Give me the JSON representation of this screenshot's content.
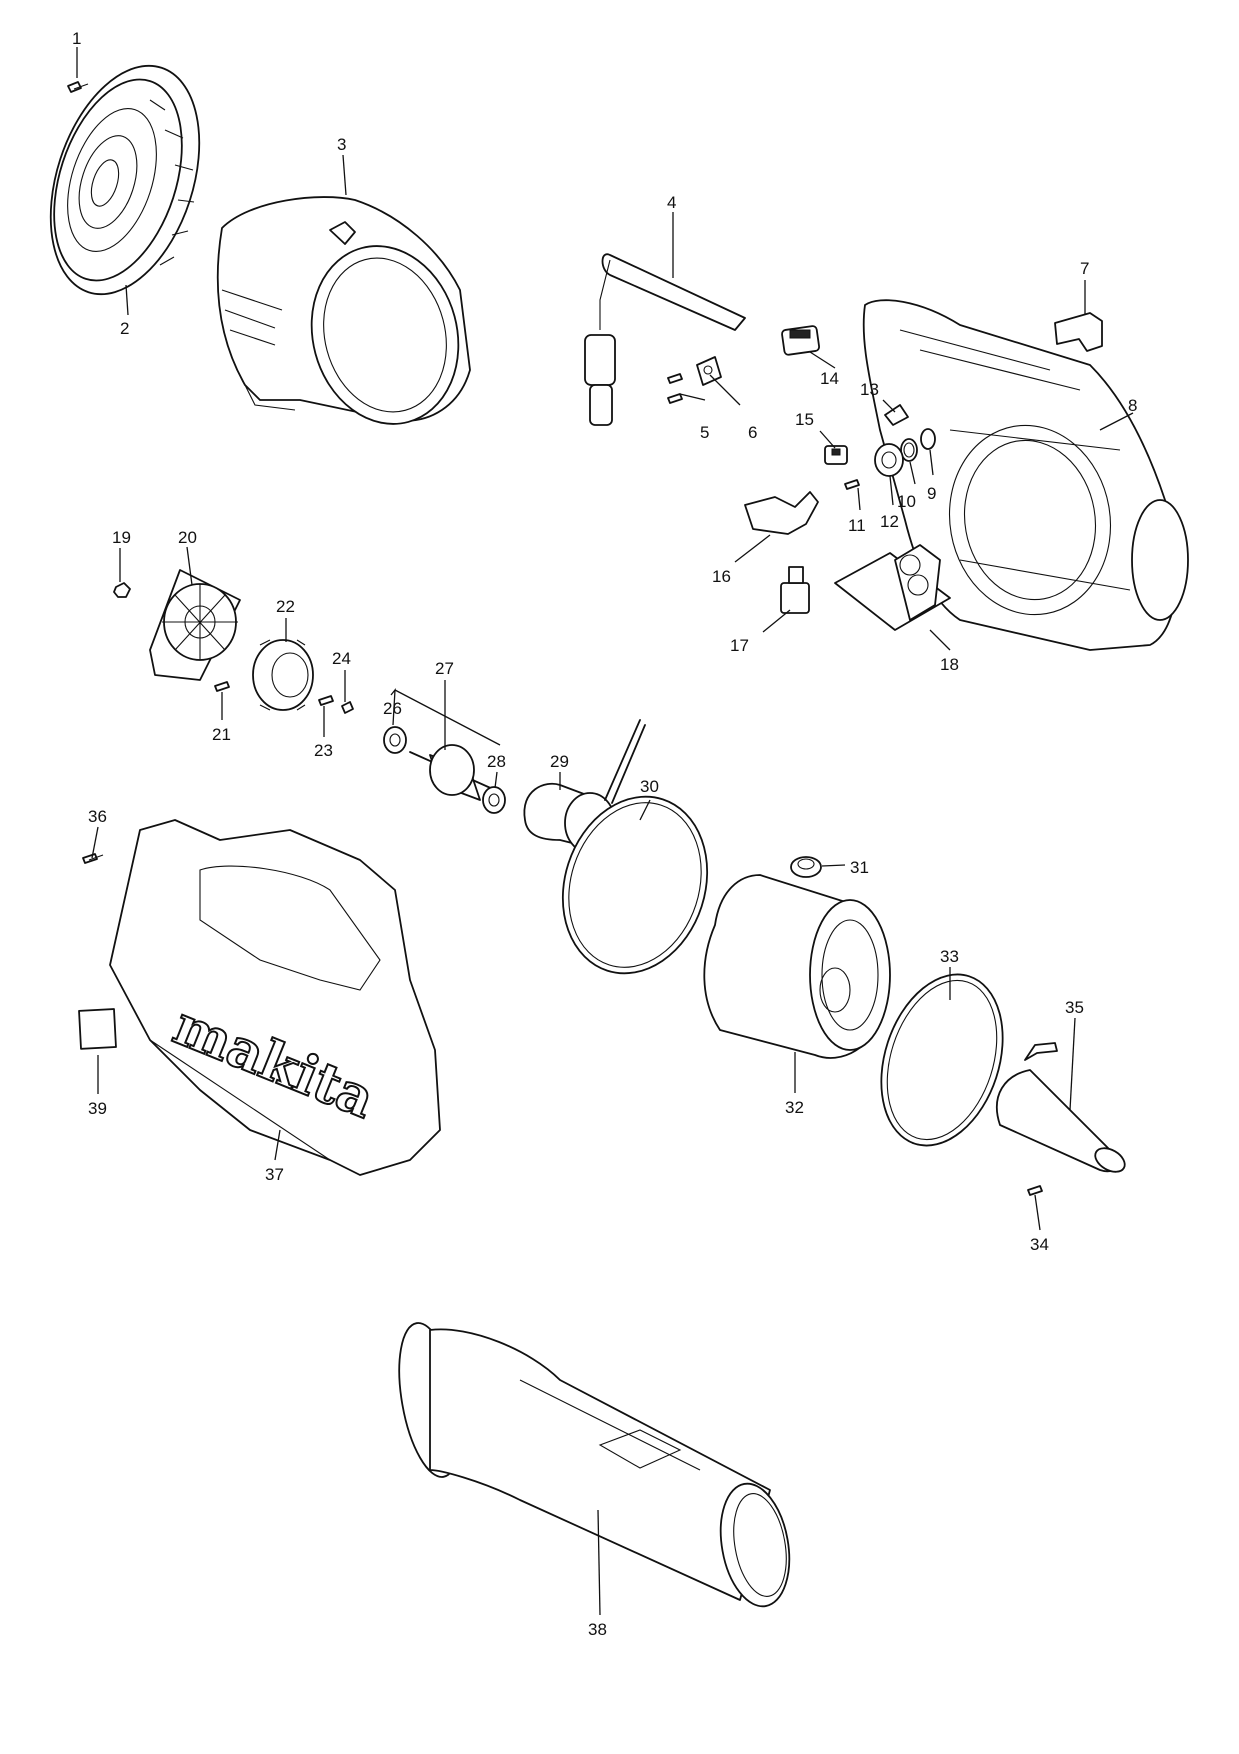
{
  "brand_logo": "makita",
  "callouts": [
    {
      "id": "1",
      "label": "1"
    },
    {
      "id": "2",
      "label": "2"
    },
    {
      "id": "3",
      "label": "3"
    },
    {
      "id": "4",
      "label": "4"
    },
    {
      "id": "5",
      "label": "5"
    },
    {
      "id": "6",
      "label": "6"
    },
    {
      "id": "7",
      "label": "7"
    },
    {
      "id": "8",
      "label": "8"
    },
    {
      "id": "9",
      "label": "9"
    },
    {
      "id": "10",
      "label": "10"
    },
    {
      "id": "11",
      "label": "11"
    },
    {
      "id": "12",
      "label": "12"
    },
    {
      "id": "13",
      "label": "13"
    },
    {
      "id": "14",
      "label": "14"
    },
    {
      "id": "15",
      "label": "15"
    },
    {
      "id": "16",
      "label": "16"
    },
    {
      "id": "17",
      "label": "17"
    },
    {
      "id": "18",
      "label": "18"
    },
    {
      "id": "19",
      "label": "19"
    },
    {
      "id": "20",
      "label": "20"
    },
    {
      "id": "21",
      "label": "21"
    },
    {
      "id": "22",
      "label": "22"
    },
    {
      "id": "23",
      "label": "23"
    },
    {
      "id": "24",
      "label": "24"
    },
    {
      "id": "26",
      "label": "26"
    },
    {
      "id": "27",
      "label": "27"
    },
    {
      "id": "28",
      "label": "28"
    },
    {
      "id": "29",
      "label": "29"
    },
    {
      "id": "30",
      "label": "30"
    },
    {
      "id": "31",
      "label": "31"
    },
    {
      "id": "32",
      "label": "32"
    },
    {
      "id": "33",
      "label": "33"
    },
    {
      "id": "34",
      "label": "34"
    },
    {
      "id": "35",
      "label": "35"
    },
    {
      "id": "36",
      "label": "36"
    },
    {
      "id": "37",
      "label": "37"
    },
    {
      "id": "38",
      "label": "38"
    },
    {
      "id": "39",
      "label": "39"
    }
  ]
}
